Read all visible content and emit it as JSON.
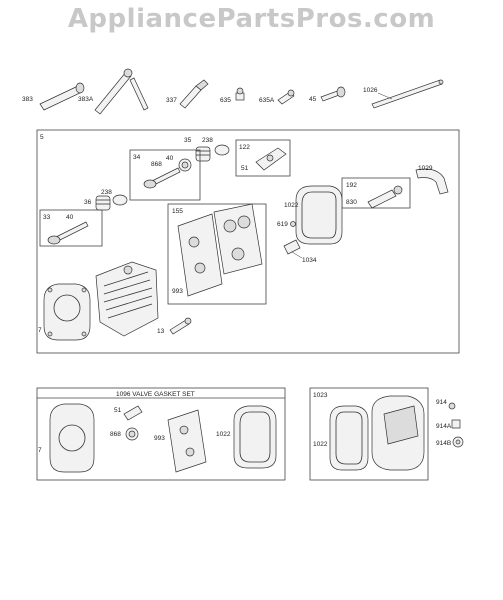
{
  "watermark": "AppliancePartsPros.com",
  "top_row": {
    "labels": [
      "383",
      "383A",
      "337",
      "635",
      "635A",
      "45",
      "1026"
    ]
  },
  "main_group": {
    "label": "5",
    "callouts": {
      "c35": "35",
      "c238a": "238",
      "c122": "122",
      "c51": "51",
      "c34": "34",
      "c40a": "40",
      "c868": "868",
      "c1029": "1029",
      "c192": "192",
      "c830": "830",
      "c36": "36",
      "c238b": "238",
      "c1022": "1022",
      "c619": "619",
      "c155": "155",
      "c33": "33",
      "c40b": "40",
      "c1034": "1034",
      "c993": "993",
      "c7": "7",
      "c13": "13"
    }
  },
  "valve_gasket_set": {
    "title": "1096 VALVE GASKET SET",
    "callouts": {
      "c51": "51",
      "c7": "7",
      "c868": "868",
      "c993": "993",
      "c1022": "1022"
    }
  },
  "cover_group": {
    "label": "1023",
    "callouts": {
      "c1022": "1022",
      "c914": "914",
      "c914A": "914A",
      "c914B": "914B"
    }
  }
}
